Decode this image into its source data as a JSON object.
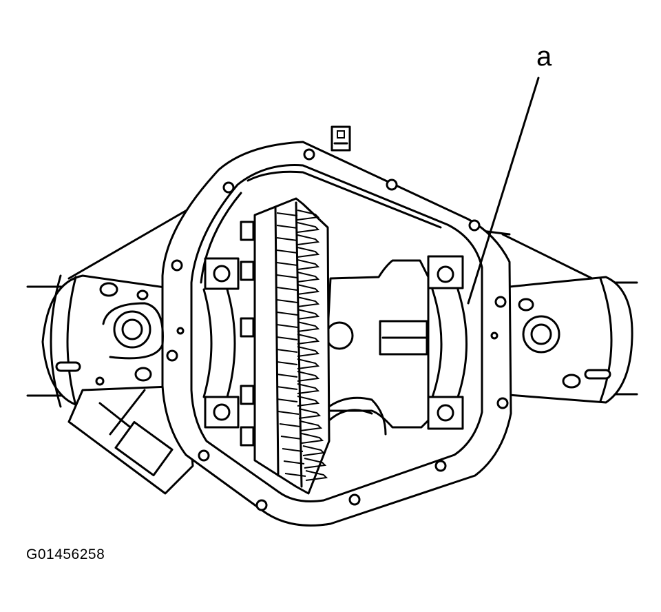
{
  "figure": {
    "callout_label": "a",
    "figure_id": "G01456258"
  },
  "parts": {
    "housing": "differential-housing",
    "ring_gear": "ring-gear",
    "carrier": "differential-carrier",
    "callout_target": "housing-gasket-surface"
  }
}
